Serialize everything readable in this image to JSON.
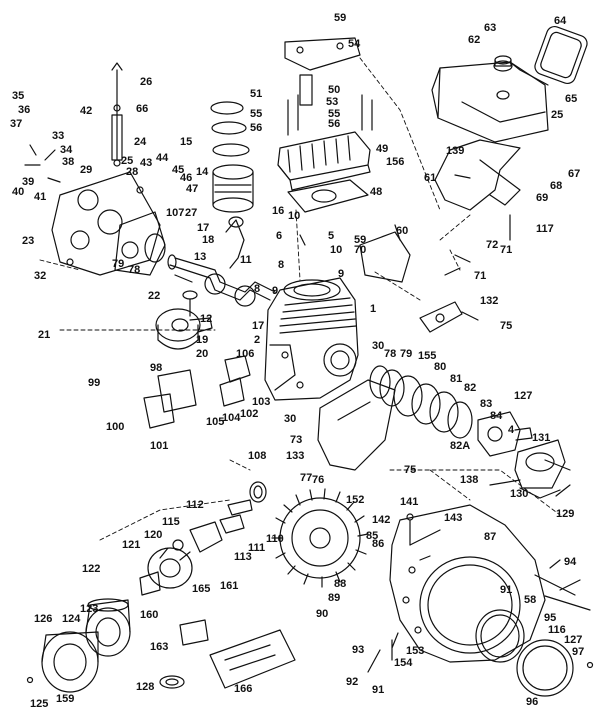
{
  "labels": [
    "59",
    "54",
    "64",
    "63",
    "62",
    "26",
    "65",
    "66",
    "25",
    "35",
    "36",
    "42",
    "37",
    "24",
    "33",
    "34",
    "38",
    "15",
    "51",
    "55",
    "56",
    "50",
    "53",
    "55",
    "56",
    "49",
    "156",
    "139",
    "67",
    "68",
    "61",
    "69",
    "48",
    "25",
    "44",
    "43",
    "45",
    "46",
    "47",
    "28",
    "29",
    "107",
    "27",
    "14",
    "16",
    "39",
    "40",
    "41",
    "17",
    "18",
    "10",
    "6",
    "5",
    "10",
    "8",
    "9",
    "60",
    "59",
    "70",
    "72",
    "71",
    "117",
    "71",
    "11",
    "23",
    "79",
    "78",
    "13",
    "32",
    "22",
    "12",
    "9",
    "8",
    "132",
    "21",
    "17",
    "19",
    "20",
    "106",
    "2",
    "1",
    "75",
    "30",
    "78",
    "79",
    "155",
    "80",
    "81",
    "82",
    "127",
    "83",
    "84",
    "4",
    "131",
    "99",
    "98",
    "100",
    "101",
    "105",
    "104",
    "102",
    "103",
    "30",
    "73",
    "75",
    "133",
    "77",
    "76",
    "108",
    "138",
    "130",
    "129",
    "82A",
    "141",
    "143",
    "142",
    "112",
    "111",
    "110",
    "115",
    "152",
    "87",
    "121",
    "120",
    "113",
    "122",
    "165",
    "161",
    "85",
    "86",
    "160",
    "88",
    "89",
    "90",
    "91",
    "58",
    "94",
    "95",
    "116",
    "126",
    "124",
    "123",
    "163",
    "128",
    "93",
    "154",
    "153",
    "166",
    "92",
    "91",
    "127",
    "97",
    "125",
    "159",
    "96"
  ],
  "colors": {
    "ink": "#111111",
    "paper": "#ffffff"
  }
}
